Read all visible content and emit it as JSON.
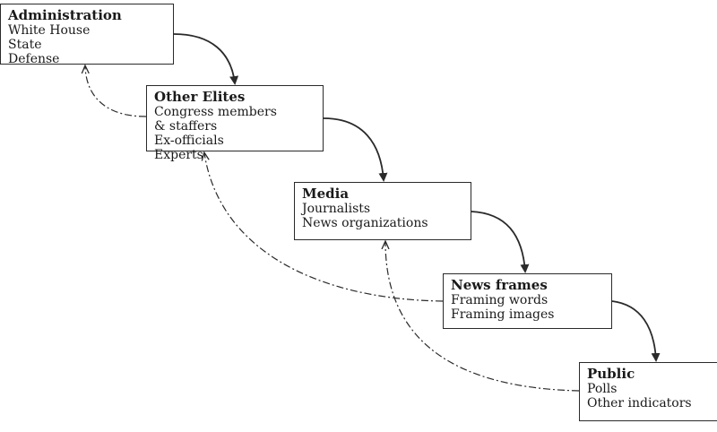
{
  "nodes": {
    "administration": {
      "title": "Administration",
      "items": [
        "White House",
        "State",
        "Defense"
      ]
    },
    "other_elites": {
      "title": "Other Elites",
      "items": [
        "Congress members",
        "& staffers",
        "Ex-officials",
        "Experts"
      ]
    },
    "media": {
      "title": "Media",
      "items": [
        "Journalists",
        "News organizations"
      ]
    },
    "news_frames": {
      "title": "News frames",
      "items": [
        "Framing words",
        "Framing images"
      ]
    },
    "public": {
      "title": "Public",
      "items": [
        "Polls",
        "Other indicators"
      ]
    }
  },
  "edges": {
    "forward_style": "solid",
    "feedback_style": "dash-dot",
    "forward": [
      [
        "administration",
        "other_elites"
      ],
      [
        "other_elites",
        "media"
      ],
      [
        "media",
        "news_frames"
      ],
      [
        "news_frames",
        "public"
      ]
    ],
    "feedback": [
      [
        "other_elites",
        "administration"
      ],
      [
        "news_frames",
        "other_elites"
      ],
      [
        "public",
        "media"
      ]
    ]
  },
  "colors": {
    "line": "#2a2a2a",
    "box_border": "#2a2a2a",
    "background": "#ffffff"
  }
}
